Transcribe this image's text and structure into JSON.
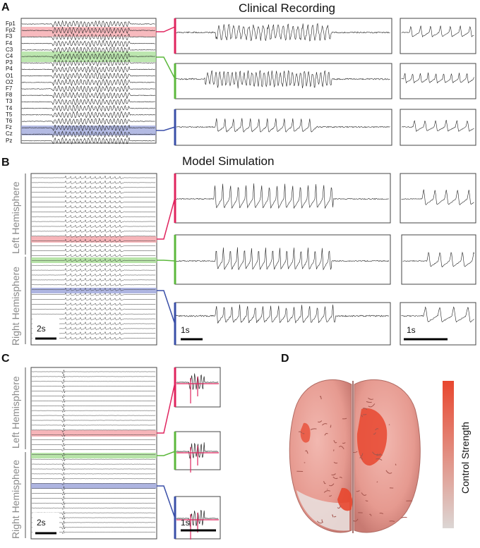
{
  "panels": {
    "a": {
      "label": "A",
      "title": "Clinical Recording",
      "channels": [
        "Fp1",
        "Fp2",
        "F3",
        "F4",
        "C3",
        "C4",
        "P3",
        "P4",
        "O1",
        "O2",
        "F7",
        "F8",
        "T3",
        "T4",
        "T5",
        "T6",
        "Fz",
        "Cz",
        "Pz"
      ]
    },
    "b": {
      "label": "B",
      "title": "Model Simulation",
      "left_hemisphere": "Left Hemisphere",
      "right_hemisphere": "Right Hemisphere",
      "scalebar_main": "2s",
      "scalebar_zoom": "1s",
      "scalebar_inset": "1s"
    },
    "c": {
      "label": "C",
      "left_hemisphere": "Left Hemisphere",
      "right_hemisphere": "Right Hemisphere",
      "scalebar_main": "2s",
      "scalebar_zoom": "1s"
    },
    "d": {
      "label": "D",
      "colorbar_label": "Control Strength"
    }
  },
  "colors": {
    "red": "#e0245e",
    "green": "#5cb83c",
    "blue": "#3a4fa8",
    "brain_high": "#e8472f",
    "brain_low": "#dcdcdc"
  }
}
